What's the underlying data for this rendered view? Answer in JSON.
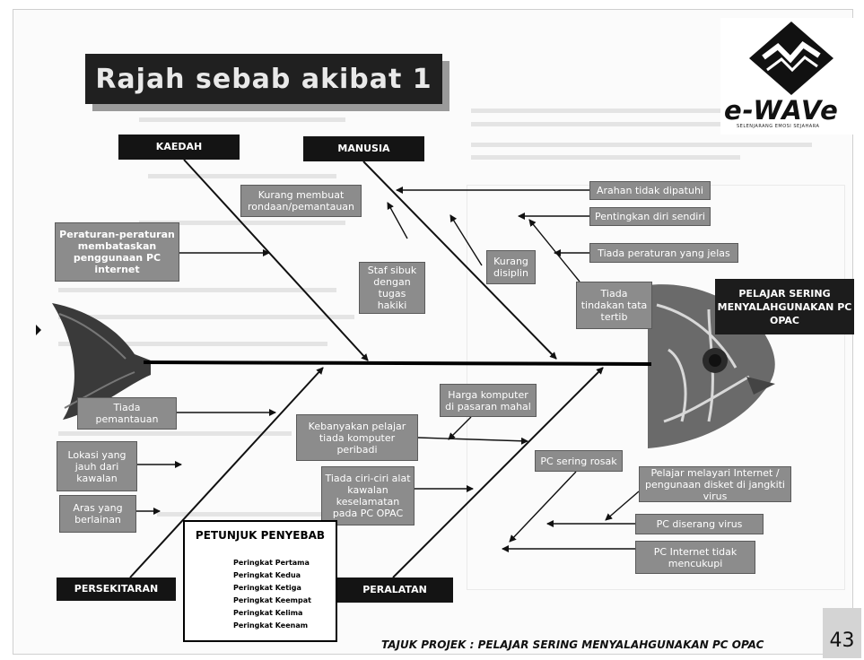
{
  "title": "Rajah sebab akibat 1",
  "effect": "PELAJAR SERING MENYALAHGUNAKAN PC OPAC",
  "categories": {
    "kaedah": "KAEDAH",
    "manusia": "MANUSIA",
    "persekitaran": "PERSEKITARAN",
    "peralatan": "PERALATAN"
  },
  "causes": {
    "kurang_membuat": "Kurang membuat rondaan/pemantauan",
    "peraturan": "Peraturan-peraturan membataskan penggunaan PC internet",
    "staf_sibuk": "Staf sibuk dengan tugas hakiki",
    "kurang_disiplin": "Kurang disiplin",
    "tiada_tindakan": "Tiada tindakan tata tertib",
    "arahan": "Arahan tidak dipatuhi",
    "pentingkan": "Pentingkan diri sendiri",
    "tiada_peraturan": "Tiada peraturan yang jelas",
    "tiada_pemantauan": "Tiada pemantauan",
    "lokasi": "Lokasi yang jauh dari kawalan",
    "aras": "Aras yang berlainan",
    "harga": "Harga komputer di pasaran mahal",
    "kebanyakan": "Kebanyakan pelajar tiada komputer peribadi",
    "tiada_ciri": "Tiada ciri-ciri alat kawalan keselamatan pada PC OPAC",
    "pc_rosak": "PC sering rosak",
    "melayari": "Pelajar melayari Internet / pengunaan disket di jangkiti virus",
    "diserang": "PC diserang virus",
    "internet_tidak": "PC Internet tidak mencukupi"
  },
  "legend": {
    "title": "PETUNJUK PENYEBAB",
    "items": [
      "Peringkat Pertama",
      "Peringkat Kedua",
      "Peringkat Ketiga",
      "Peringkat Keempat",
      "Peringkat Kelima",
      "Peringkat Keenam"
    ]
  },
  "logo": {
    "word": "e-WAVe",
    "tagline": "SELENJARANG EMOSI SEJAHARA"
  },
  "footer": {
    "text": "TAJUK PROJEK : PELAJAR SERING MENYALAHGUNAKAN PC OPAC",
    "page": "43"
  }
}
